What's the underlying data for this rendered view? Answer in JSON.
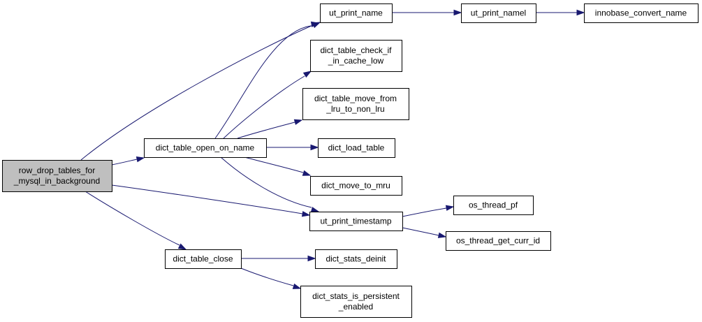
{
  "colors": {
    "edge": "#191970",
    "node_fill": "#ffffff",
    "root_fill": "#bfbfbf",
    "node_stroke": "#000000"
  },
  "nodes": [
    {
      "id": "root",
      "lines": [
        "row_drop_tables_for",
        "_mysql_in_background"
      ],
      "highlighted": true
    },
    {
      "id": "open",
      "lines": [
        "dict_table_open_on_name"
      ]
    },
    {
      "id": "close",
      "lines": [
        "dict_table_close"
      ]
    },
    {
      "id": "printname",
      "lines": [
        "ut_print_name"
      ]
    },
    {
      "id": "printnamel",
      "lines": [
        "ut_print_namel"
      ]
    },
    {
      "id": "innobase",
      "lines": [
        "innobase_convert_name"
      ]
    },
    {
      "id": "checkcache",
      "lines": [
        "dict_table_check_if",
        "_in_cache_low"
      ]
    },
    {
      "id": "movefrom",
      "lines": [
        "dict_table_move_from",
        "_lru_to_non_lru"
      ]
    },
    {
      "id": "loadtable",
      "lines": [
        "dict_load_table"
      ]
    },
    {
      "id": "movemru",
      "lines": [
        "dict_move_to_mru"
      ]
    },
    {
      "id": "timestamp",
      "lines": [
        "ut_print_timestamp"
      ]
    },
    {
      "id": "threadpf",
      "lines": [
        "os_thread_pf"
      ]
    },
    {
      "id": "threadid",
      "lines": [
        "os_thread_get_curr_id"
      ]
    },
    {
      "id": "statsdeinit",
      "lines": [
        "dict_stats_deinit"
      ]
    },
    {
      "id": "statspersist",
      "lines": [
        "dict_stats_is_persistent",
        "_enabled"
      ]
    }
  ],
  "edges": [
    {
      "from": "root",
      "to": "printname"
    },
    {
      "from": "root",
      "to": "open"
    },
    {
      "from": "root",
      "to": "timestamp"
    },
    {
      "from": "root",
      "to": "close"
    },
    {
      "from": "open",
      "to": "printname"
    },
    {
      "from": "open",
      "to": "checkcache"
    },
    {
      "from": "open",
      "to": "movefrom"
    },
    {
      "from": "open",
      "to": "loadtable"
    },
    {
      "from": "open",
      "to": "movemru"
    },
    {
      "from": "open",
      "to": "timestamp"
    },
    {
      "from": "printname",
      "to": "printnamel"
    },
    {
      "from": "printnamel",
      "to": "innobase"
    },
    {
      "from": "timestamp",
      "to": "threadpf"
    },
    {
      "from": "timestamp",
      "to": "threadid"
    },
    {
      "from": "close",
      "to": "statsdeinit"
    },
    {
      "from": "close",
      "to": "statspersist"
    }
  ]
}
